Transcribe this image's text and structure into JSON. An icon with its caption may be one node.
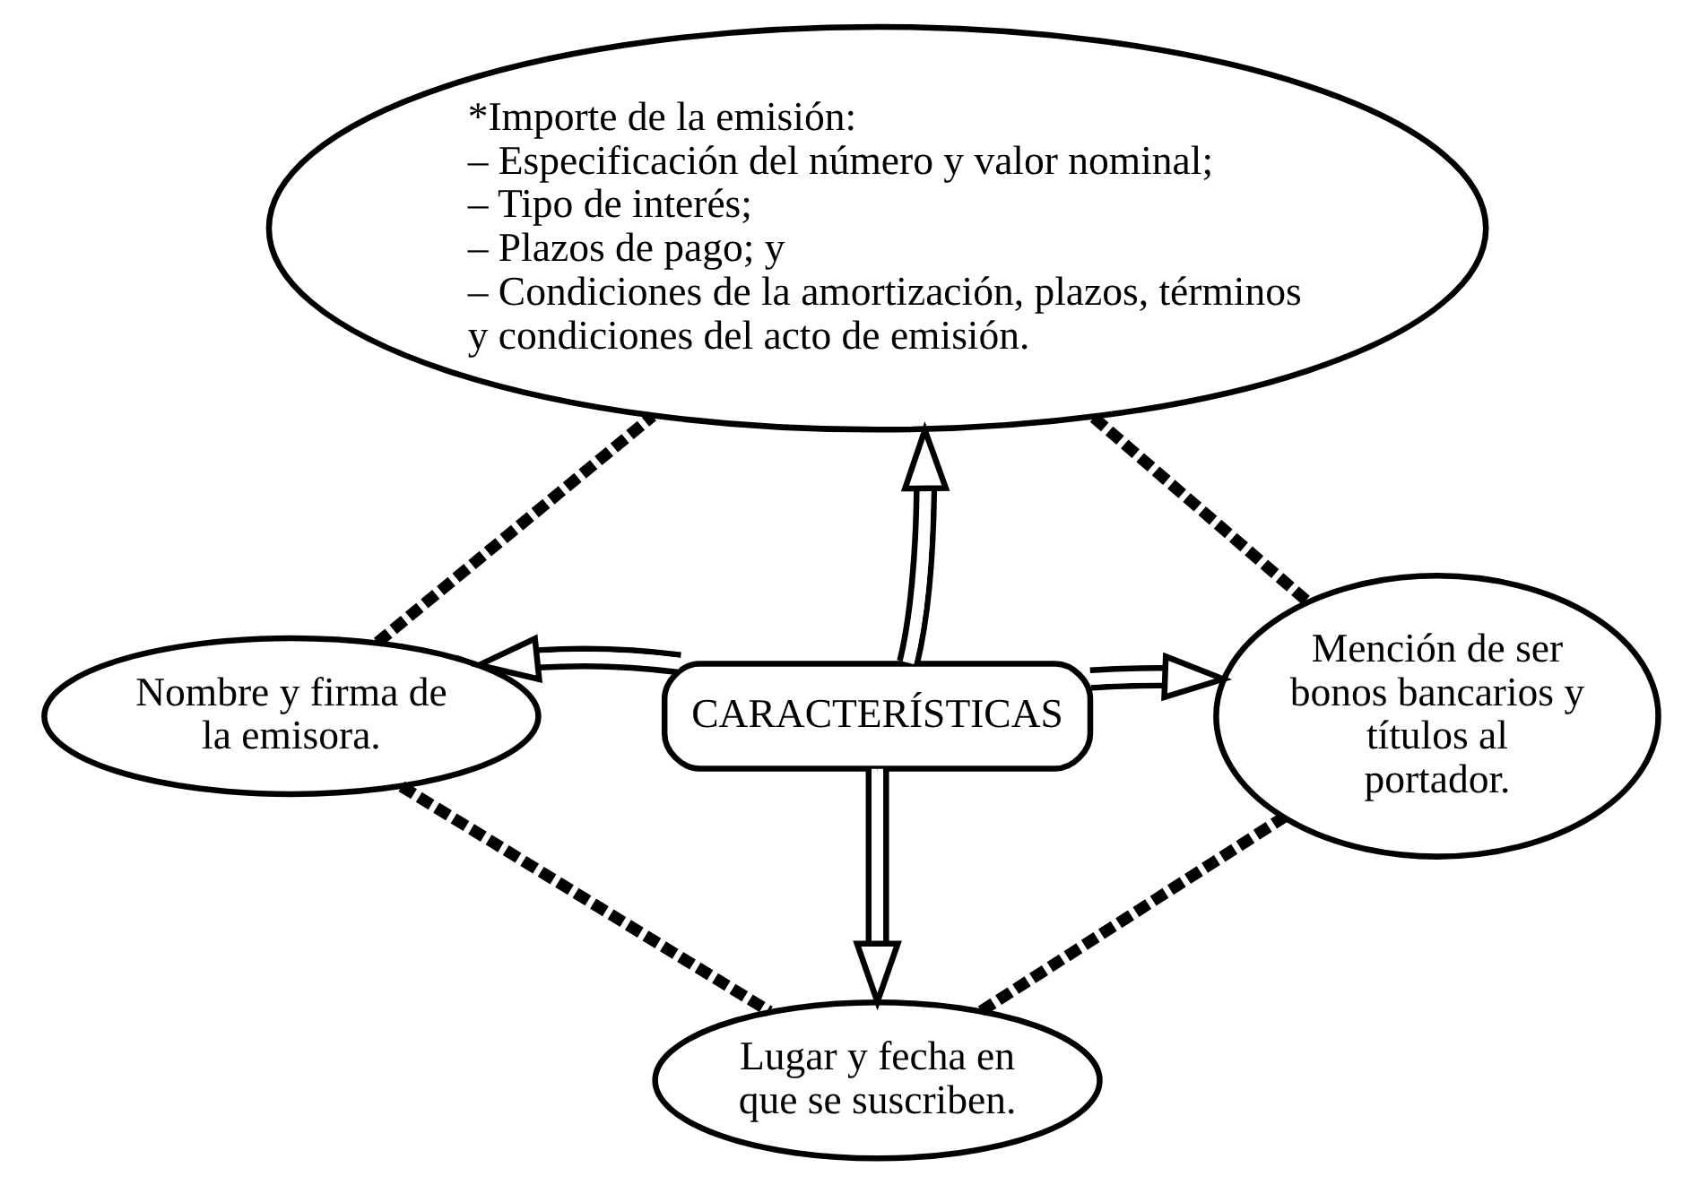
{
  "diagram": {
    "nodes": [
      {
        "text": [
          "CARACTERÍSTICAS"
        ]
      },
      {
        "text": [
          "*Importe de la emisión:",
          "– Especificación del número y valor nominal;",
          "– Tipo de interés;",
          "– Plazos de pago; y",
          "– Condiciones de la amortización, plazos, términos y condiciones del acto de emisión."
        ]
      },
      {
        "text": [
          "Nombre y firma de la emisora."
        ]
      },
      {
        "text": [
          "Mención de ser bonos bancarios y títulos al portador."
        ]
      },
      {
        "text": [
          "Lugar y fecha en que se suscriben."
        ]
      }
    ],
    "edges": [
      {
        "from": 0,
        "to": 1,
        "arrow": "to"
      },
      {
        "from": 0,
        "to": 2,
        "arrow": "to"
      },
      {
        "from": 0,
        "to": 3,
        "arrow": "to"
      },
      {
        "from": 0,
        "to": 4,
        "arrow": "to"
      },
      {
        "from": 2,
        "to": 1,
        "arrow": "none",
        "style": "dashed"
      },
      {
        "from": 1,
        "to": 3,
        "arrow": "none",
        "style": "dashed"
      },
      {
        "from": 2,
        "to": 4,
        "arrow": "none",
        "style": "dashed"
      },
      {
        "from": 4,
        "to": 3,
        "arrow": "none",
        "style": "dashed"
      }
    ]
  }
}
